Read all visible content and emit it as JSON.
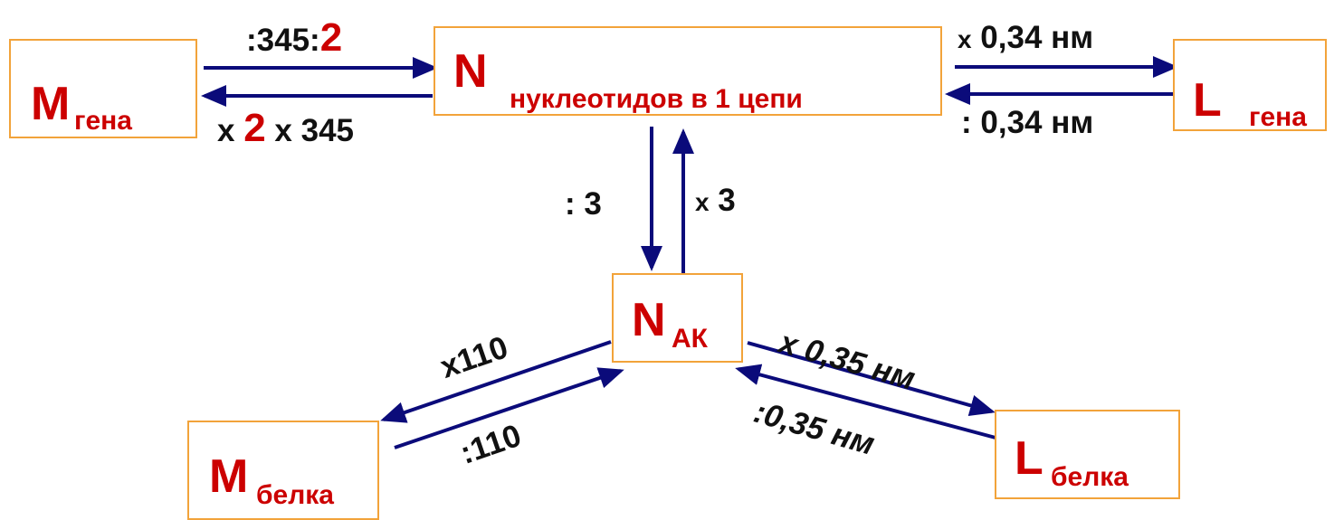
{
  "nodes": {
    "m_gene": {
      "main": "M",
      "sub": "гена"
    },
    "n_nucleotides": {
      "main": "N",
      "sub": "нуклеотидов в 1 цепи"
    },
    "l_gene": {
      "main": "L",
      "sub": "гена"
    },
    "n_ak": {
      "main": "N",
      "sub": "АК"
    },
    "m_protein": {
      "main": "M",
      "sub": "белка"
    },
    "l_protein": {
      "main": "L",
      "sub": "белка"
    }
  },
  "edges": {
    "m_to_n": {
      "prefix": ":345:",
      "highlight": "2"
    },
    "n_to_m": {
      "prefix": "x ",
      "highlight": "2",
      "suffix": " x 345"
    },
    "n_to_l": {
      "x": "x",
      "value": " 0,34 нм"
    },
    "l_to_n": {
      "text": ": 0,34 нм"
    },
    "n_to_ak": {
      "text": ": 3"
    },
    "ak_to_n": {
      "x": "x",
      "value": " 3"
    },
    "ak_to_m": {
      "text": "x110"
    },
    "m_to_ak": {
      "text": ":110"
    },
    "ak_to_l": {
      "text": "x 0,35 нм"
    },
    "l_to_ak": {
      "text": ":0,35 нм"
    }
  },
  "colors": {
    "arrow": "#0b0b7a",
    "label_red": "#cc0000",
    "label_dark": "#111111",
    "box_border": "#f2a33a"
  }
}
